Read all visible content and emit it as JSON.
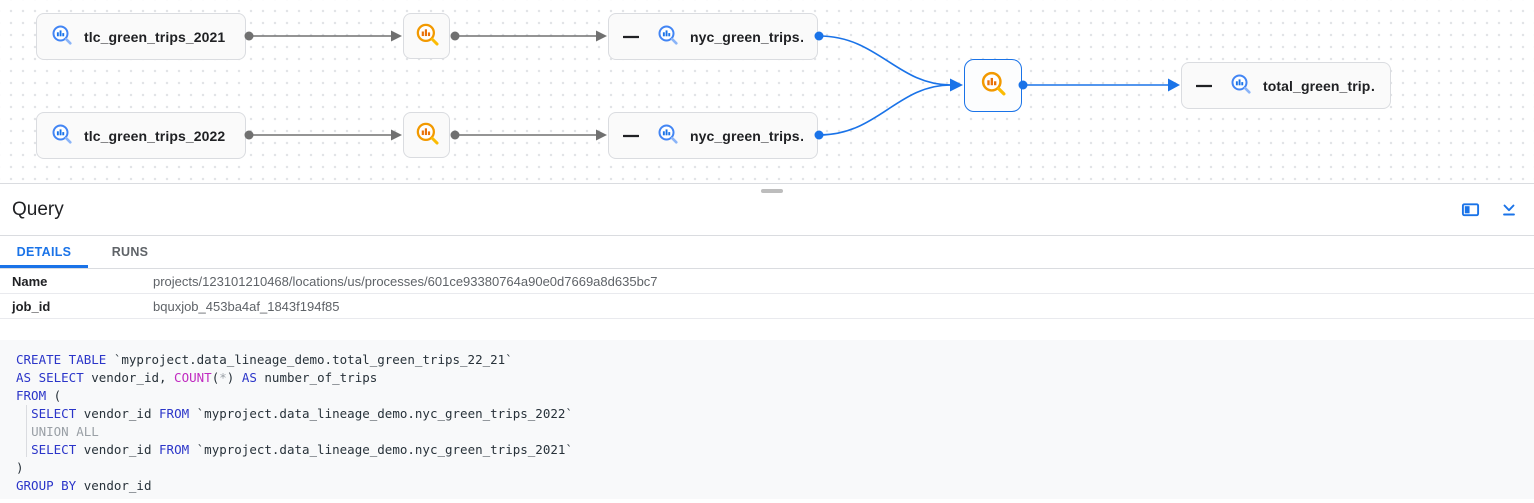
{
  "colors": {
    "accent_blue": "#1a73e8",
    "edge_gray": "#707070",
    "node_border": "#dadce0",
    "selected_node_border": "#1a73e8",
    "table_icon_blue": "#4285f4",
    "process_icon_orange": "#f29900",
    "sql_keyword": "#2b35c9",
    "sql_function": "#c02ac0",
    "sql_comment_dim": "#9aa0a6",
    "code_background": "#f8f9fa"
  },
  "graph": {
    "nodes": {
      "tlc2021": {
        "label": "tlc_green_trips_2021",
        "type": "bigquery-table"
      },
      "tlc2022": {
        "label": "tlc_green_trips_2022",
        "type": "bigquery-table"
      },
      "nyc_top": {
        "label": "nyc_green_trips…",
        "type": "bigquery-table"
      },
      "nyc_bottom": {
        "label": "nyc_green_trips…",
        "type": "bigquery-table"
      },
      "total": {
        "label": "total_green_trip…",
        "type": "bigquery-table"
      }
    },
    "icons": [
      "bigquery-table-icon",
      "query-process-icon",
      "collapse-minus-icon"
    ]
  },
  "panel": {
    "title": "Query",
    "icons": [
      "side-panel-icon",
      "collapse-panel-icon"
    ],
    "tabs": [
      {
        "label": "DETAILS",
        "active": true
      },
      {
        "label": "RUNS",
        "active": false
      }
    ],
    "details": [
      {
        "label": "Name",
        "value": "projects/123101210468/locations/us/processes/601ce93380764a90e0d7669a8d635bc7"
      },
      {
        "label": "job_id",
        "value": "bquxjob_453ba4af_1843f194f85"
      }
    ]
  },
  "sql": {
    "lines": [
      [
        {
          "t": "CREATE TABLE",
          "c": "kw"
        },
        {
          "t": " `myproject.data_lineage_demo.total_green_trips_22_21`",
          "c": "d"
        }
      ],
      [
        {
          "t": "AS SELECT",
          "c": "kw"
        },
        {
          "t": " vendor_id, ",
          "c": "d"
        },
        {
          "t": "COUNT",
          "c": "fn"
        },
        {
          "t": "(",
          "c": "d"
        },
        {
          "t": "*",
          "c": "dim"
        },
        {
          "t": ") ",
          "c": "d"
        },
        {
          "t": "AS",
          "c": "kw"
        },
        {
          "t": " number_of_trips",
          "c": "d"
        }
      ],
      [
        {
          "t": "FROM",
          "c": "kw"
        },
        {
          "t": " (",
          "c": "d"
        }
      ],
      [
        {
          "t": "  ",
          "c": "d"
        },
        {
          "t": "SELECT",
          "c": "kw"
        },
        {
          "t": " vendor_id ",
          "c": "d"
        },
        {
          "t": "FROM",
          "c": "kw"
        },
        {
          "t": " `myproject.data_lineage_demo.nyc_green_trips_2022`",
          "c": "d"
        }
      ],
      [
        {
          "t": "  ",
          "c": "d"
        },
        {
          "t": "UNION ALL",
          "c": "dim"
        }
      ],
      [
        {
          "t": "  ",
          "c": "d"
        },
        {
          "t": "SELECT",
          "c": "kw"
        },
        {
          "t": " vendor_id ",
          "c": "d"
        },
        {
          "t": "FROM",
          "c": "kw"
        },
        {
          "t": " `myproject.data_lineage_demo.nyc_green_trips_2021`",
          "c": "d"
        }
      ],
      [
        {
          "t": ")",
          "c": "d"
        }
      ],
      [
        {
          "t": "GROUP BY",
          "c": "kw"
        },
        {
          "t": " vendor_id",
          "c": "d"
        }
      ]
    ]
  }
}
